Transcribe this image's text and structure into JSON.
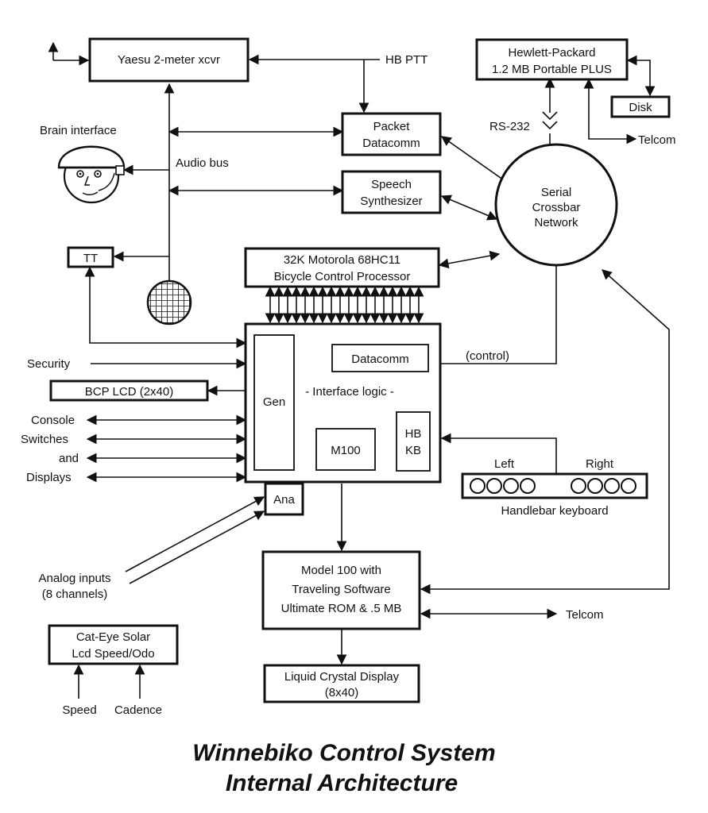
{
  "blocks": {
    "yaesu": "Yaesu 2-meter xcvr",
    "hp_line1": "Hewlett-Packard",
    "hp_line2": "1.2 MB Portable PLUS",
    "disk": "Disk",
    "packet_line1": "Packet",
    "packet_line2": "Datacomm",
    "speech_line1": "Speech",
    "speech_line2": "Synthesizer",
    "crossbar_line1": "Serial",
    "crossbar_line2": "Crossbar",
    "crossbar_line3": "Network",
    "tt": "TT",
    "bcp_line1": "32K Motorola 68HC11",
    "bcp_line2": "Bicycle Control Processor",
    "gen": "Gen",
    "datacomm": "Datacomm",
    "interface_logic": "- Interface logic -",
    "m100": "M100",
    "hbkb_line1": "HB",
    "hbkb_line2": "KB",
    "ana": "Ana",
    "bcp_lcd": "BCP LCD (2x40)",
    "model100_line1": "Model 100 with",
    "model100_line2": "Traveling Software",
    "model100_line3": "Ultimate ROM & .5 MB",
    "lcd_line1": "Liquid Crystal Display",
    "lcd_line2": "(8x40)",
    "cateye_line1": "Cat-Eye Solar",
    "cateye_line2": "Lcd Speed/Odo"
  },
  "labels": {
    "hb_ptt": "HB PTT",
    "rs232": "RS-232",
    "telcom_top": "Telcom",
    "brain_interface": "Brain interface",
    "audio_bus": "Audio bus",
    "control": "(control)",
    "security": "Security",
    "console": "Console",
    "switches": "Switches",
    "and": "and",
    "displays": "Displays",
    "left": "Left",
    "right": "Right",
    "handlebar_keyboard": "Handlebar keyboard",
    "analog_line1": "Analog inputs",
    "analog_line2": "(8 channels)",
    "telcom_bottom": "Telcom",
    "speed": "Speed",
    "cadence": "Cadence"
  },
  "title": {
    "line1": "Winnebiko Control System",
    "line2": "Internal Architecture"
  }
}
